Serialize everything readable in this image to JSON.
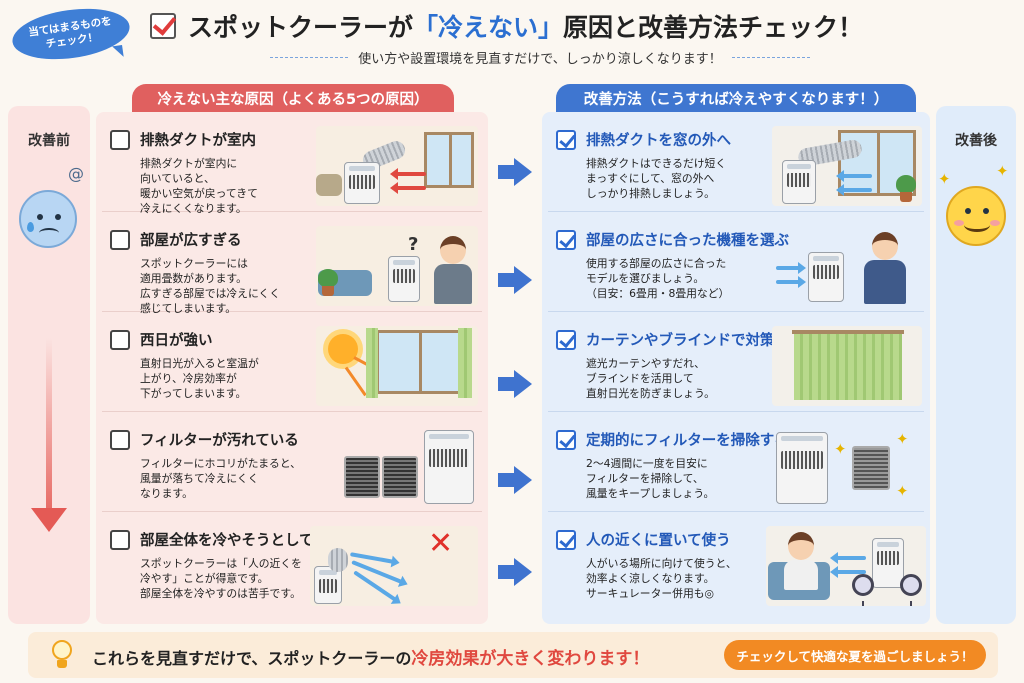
{
  "badge": {
    "line1": "当てはまるものを",
    "line2": "チェック！"
  },
  "header": {
    "title_pre": "スポットクーラーが",
    "title_hl": "「冷えない」",
    "title_post": "原因と改善方法チェック！",
    "subtitle": "使い方や設置環境を見直すだけで、しっかり涼しくなります！"
  },
  "before": {
    "label": "改善前"
  },
  "after": {
    "label": "改善後"
  },
  "causes": {
    "heading": "冷えない主な原因（よくある5つの原因）",
    "items": [
      {
        "title": "排熱ダクトが室内",
        "lines": [
          "排熱ダクトが室内に",
          "向いていると、",
          "暖かい空気が戻ってきて",
          "冷えにくくなります。"
        ]
      },
      {
        "title": "部屋が広すぎる",
        "lines": [
          "スポットクーラーには",
          "適用畳数があります。",
          "広すぎる部屋では冷えにくく",
          "感じてしまいます。"
        ]
      },
      {
        "title": "西日が強い",
        "lines": [
          "直射日光が入ると室温が",
          "上がり、冷房効率が",
          "下がってしまいます。"
        ]
      },
      {
        "title": "フィルターが汚れている",
        "lines": [
          "フィルターにホコリがたまると、",
          "風量が落ちて冷えにくく",
          "なります。"
        ]
      },
      {
        "title": "部屋全体を冷やそうとしている",
        "lines": [
          "スポットクーラーは「人の近くを",
          "冷やす」ことが得意です。",
          "部屋全体を冷やすのは苦手です。"
        ]
      }
    ]
  },
  "solutions": {
    "heading": "改善方法（こうすれば冷えやすくなります！）",
    "items": [
      {
        "title": "排熱ダクトを窓の外へ",
        "lines": [
          "排熱ダクトはできるだけ短く",
          "まっすぐにして、窓の外へ",
          "しっかり排熱しましょう。"
        ]
      },
      {
        "title": "部屋の広さに合った機種を選ぶ",
        "lines": [
          "使用する部屋の広さに合った",
          "モデルを選びましょう。",
          "（目安：6畳用・8畳用など）"
        ]
      },
      {
        "title": "カーテンやブラインドで対策",
        "lines": [
          "遮光カーテンやすだれ、",
          "ブラインドを活用して",
          "直射日光を防ぎましょう。"
        ]
      },
      {
        "title": "定期的にフィルターを掃除する",
        "lines": [
          "2〜4週間に一度を目安に",
          "フィルターを掃除して、",
          "風量をキープしましょう。"
        ]
      },
      {
        "title": "人の近くに置いて使う",
        "lines": [
          "人がいる場所に向けて使うと、",
          "効率よく涼しくなります。",
          "サーキュレーター併用も◎"
        ]
      }
    ]
  },
  "footer": {
    "msg_pre": "これらを見直すだけで、スポットクーラーの",
    "msg_hl": "冷房効果が大きく変わります！",
    "button": "チェックして快適な夏を過ごしましょう！"
  },
  "colors": {
    "accent_red": "#e0605f",
    "accent_blue": "#3f76d0",
    "accent_orange": "#f28a23"
  }
}
